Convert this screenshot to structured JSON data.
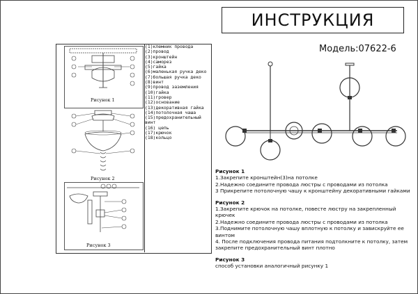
{
  "header": {
    "title": "ИНСТРУКЦИЯ",
    "model": "Модель:07622-6"
  },
  "figures": {
    "fig1_caption": "Рисунок 1",
    "fig2_caption": "Рисунок 2",
    "fig3_caption": "Рисунок 3"
  },
  "parts": [
    "(1)клемник провода",
    "(2)провод",
    "(3)кронштейн",
    "(4)саморез",
    "(5)гайка",
    "(6)маленькая ручка деко",
    "(7)большая ручка деко",
    "(8)винт",
    "(9)провод заземления",
    "(10)гайка",
    "(11)гровер",
    "(12)основание",
    "(13)декоративная гайка",
    "(14)потолочная чаша",
    "(15)предохранительный винт",
    "(16) цепь",
    "(17)крючок",
    "(18)кольцо"
  ],
  "instructions": {
    "section1": {
      "heading": "Рисунок 1",
      "lines": [
        "1.Закрепите кронштейн(3)на потолке",
        "2.Надежно соедините провода люстры с проводами из потолка",
        "3 Прикрепите потолочную чашу к кронштейну декоративными гайками"
      ]
    },
    "section2": {
      "heading": "Рисунок 2",
      "lines": [
        "1.Закрепите крючок на потолке, повесте люстру на закрепленный крючек",
        "2.Надежно соедините провода люстры с проводами из потолка",
        "3.Поднимите потолочную чашу вплотную к потолку и завискруйте ее винтом",
        "4.  После подключения провода питания подтолкните к потолку, затем закрепите предохранительный винт плотно"
      ]
    },
    "section3": {
      "heading": "Рисунок 3",
      "lines": [
        "способ установки аналогичный рисунку 1"
      ]
    }
  }
}
